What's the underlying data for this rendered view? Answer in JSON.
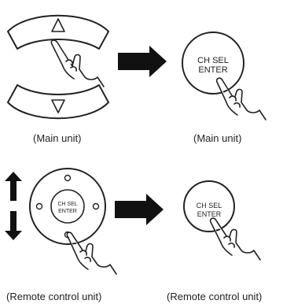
{
  "captions": {
    "main_left": "(Main unit)",
    "main_right": "(Main unit)",
    "remote_left": "(Remote control unit)",
    "remote_right": "(Remote control unit)"
  },
  "buttons": {
    "ch_sel_line1": "CH SEL",
    "ch_sel_line2": "ENTER"
  },
  "icons": {
    "up_triangle": "up-triangle-icon",
    "down_triangle": "down-triangle-icon",
    "arrow_right": "arrow-right-icon",
    "arrow_up_down": "arrow-up-down-icon",
    "pointing_hand": "pointing-hand-icon"
  },
  "colors": {
    "stroke": "#222222",
    "arrow_fill": "#111111",
    "background": "#ffffff"
  }
}
